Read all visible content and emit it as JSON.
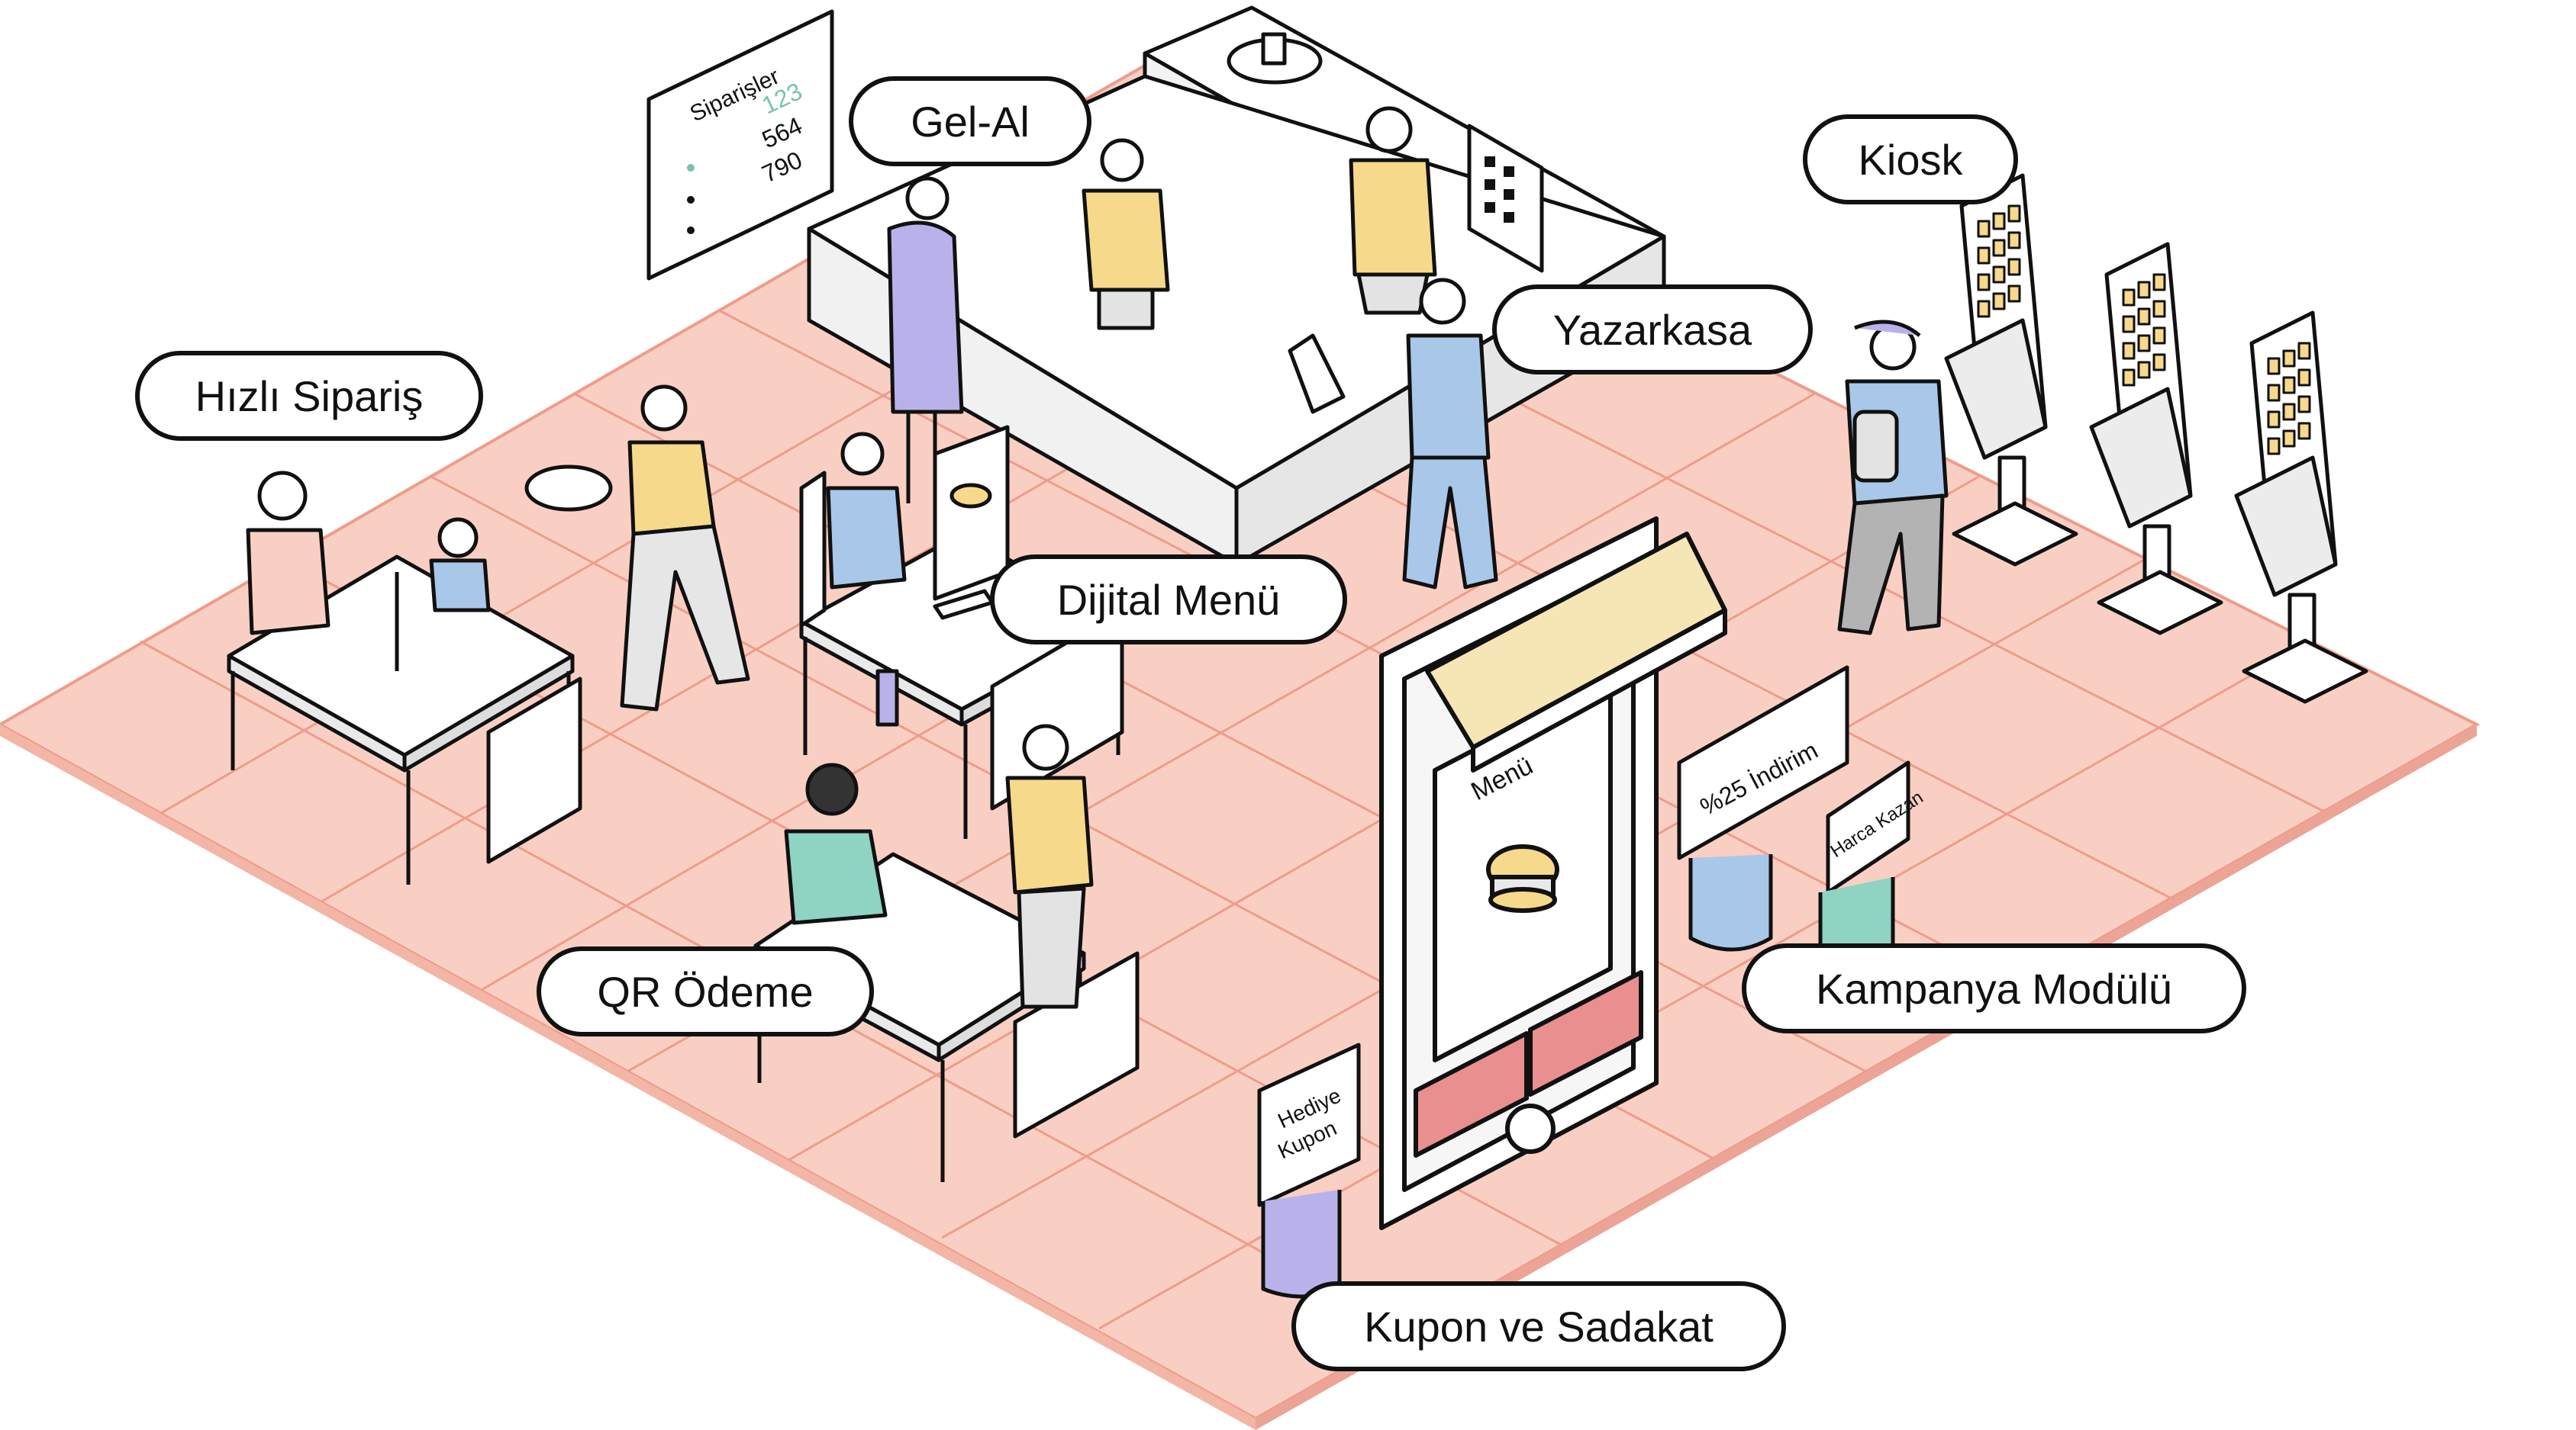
{
  "labels": {
    "gel_al": "Gel-Al",
    "kiosk": "Kiosk",
    "hizli_siparis": "Hızlı Sipariş",
    "yazarkasa": "Yazarkasa",
    "dijital_menu": "Dijital Menü",
    "qr_odeme": "QR Ödeme",
    "kampanya_modulu": "Kampanya Modülü",
    "kupon_ve_sadakat": "Kupon ve Sadakat"
  },
  "order_board": {
    "title": "Siparişler",
    "numbers": [
      "123",
      "564",
      "790"
    ]
  },
  "phone": {
    "menu_label": "Menü"
  },
  "signs": {
    "discount": "%25 İndirim",
    "harca_kazan": "Harca Kazan",
    "hediye": "Hediye",
    "kupon": "Kupon"
  },
  "colors": {
    "floor": "#f9cfc4",
    "floor_line": "#ef9c89",
    "outline": "#111111",
    "yellow": "#f7d98b",
    "lavender": "#b9b2ea",
    "blue": "#a9c7e8",
    "teal": "#8fd3c3",
    "green_text": "#7ac3a8",
    "pink_button": "#ea8f8f"
  }
}
